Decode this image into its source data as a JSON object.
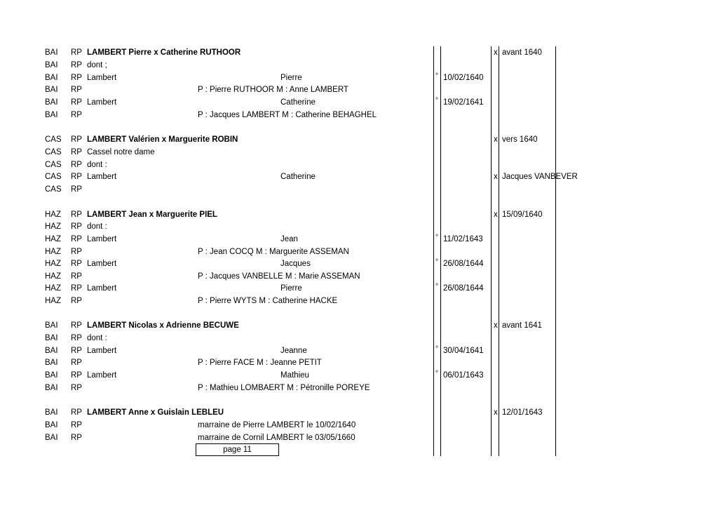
{
  "page_label": "page 11",
  "rows": [
    {
      "code": "BAI",
      "rp": "RP",
      "name": "LAMBERT Pierre x Catherine RUTHOOR",
      "bold": true,
      "first": "",
      "godparents": "",
      "bmark": "",
      "bdate": "",
      "mmark": "x",
      "mval": "avant 1640"
    },
    {
      "code": "BAI",
      "rp": "RP",
      "name": "dont ;",
      "bold": false,
      "first": "",
      "godparents": "",
      "bmark": "",
      "bdate": "",
      "mmark": "",
      "mval": ""
    },
    {
      "code": "BAI",
      "rp": "RP",
      "name": "Lambert",
      "bold": false,
      "first": "Pierre",
      "godparents": "",
      "bmark": "°",
      "bdate": "10/02/1640",
      "mmark": "",
      "mval": ""
    },
    {
      "code": "BAI",
      "rp": "RP",
      "name": "",
      "bold": false,
      "first": "",
      "godparents": "P : Pierre RUTHOOR M : Anne LAMBERT",
      "bmark": "",
      "bdate": "",
      "mmark": "",
      "mval": ""
    },
    {
      "code": "BAI",
      "rp": "RP",
      "name": "Lambert",
      "bold": false,
      "first": "Catherine",
      "godparents": "",
      "bmark": "°",
      "bdate": "19/02/1641",
      "mmark": "",
      "mval": ""
    },
    {
      "code": "BAI",
      "rp": "RP",
      "name": "",
      "bold": false,
      "first": "",
      "godparents": "P : Jacques LAMBERT M : Catherine BEHAGHEL",
      "bmark": "",
      "bdate": "",
      "mmark": "",
      "mval": ""
    },
    {
      "code": "CAS",
      "rp": "RP",
      "name": "LAMBERT Valérien x Marguerite ROBIN",
      "bold": true,
      "first": "",
      "godparents": "",
      "bmark": "",
      "bdate": "",
      "mmark": "x",
      "mval": "vers 1640"
    },
    {
      "code": "CAS",
      "rp": "RP",
      "name": "Cassel notre dame",
      "bold": false,
      "first": "",
      "godparents": "",
      "bmark": "",
      "bdate": "",
      "mmark": "",
      "mval": ""
    },
    {
      "code": "CAS",
      "rp": "RP",
      "name": "dont :",
      "bold": false,
      "first": "",
      "godparents": "",
      "bmark": "",
      "bdate": "",
      "mmark": "",
      "mval": ""
    },
    {
      "code": "CAS",
      "rp": "RP",
      "name": "Lambert",
      "bold": false,
      "first": "Catherine",
      "godparents": "",
      "bmark": "",
      "bdate": "",
      "mmark": "x",
      "mval": "Jacques VANBEVER"
    },
    {
      "code": "CAS",
      "rp": "RP",
      "name": "",
      "bold": false,
      "first": "",
      "godparents": "",
      "bmark": "",
      "bdate": "",
      "mmark": "",
      "mval": ""
    },
    {
      "code": "HAZ",
      "rp": "RP",
      "name": "LAMBERT Jean x Marguerite PIEL",
      "bold": true,
      "first": "",
      "godparents": "",
      "bmark": "",
      "bdate": "",
      "mmark": "x",
      "mval": "15/09/1640"
    },
    {
      "code": "HAZ",
      "rp": "RP",
      "name": "dont :",
      "bold": false,
      "first": "",
      "godparents": "",
      "bmark": "",
      "bdate": "",
      "mmark": "",
      "mval": ""
    },
    {
      "code": "HAZ",
      "rp": "RP",
      "name": "Lambert",
      "bold": false,
      "first": "Jean",
      "godparents": "",
      "bmark": "°",
      "bdate": "11/02/1643",
      "mmark": "",
      "mval": ""
    },
    {
      "code": "HAZ",
      "rp": "RP",
      "name": "",
      "bold": false,
      "first": "",
      "godparents": "P : Jean COCQ M : Marguerite ASSEMAN",
      "bmark": "",
      "bdate": "",
      "mmark": "",
      "mval": ""
    },
    {
      "code": "HAZ",
      "rp": "RP",
      "name": "Lambert",
      "bold": false,
      "first": "Jacques",
      "godparents": "",
      "bmark": "°",
      "bdate": "26/08/1644",
      "mmark": "",
      "mval": ""
    },
    {
      "code": "HAZ",
      "rp": "RP",
      "name": "",
      "bold": false,
      "first": "",
      "godparents": "P : Jacques VANBELLE M : Marie ASSEMAN",
      "bmark": "",
      "bdate": "",
      "mmark": "",
      "mval": ""
    },
    {
      "code": "HAZ",
      "rp": "RP",
      "name": "Lambert",
      "bold": false,
      "first": "Pierre",
      "godparents": "",
      "bmark": "°",
      "bdate": "26/08/1644",
      "mmark": "",
      "mval": ""
    },
    {
      "code": "HAZ",
      "rp": "RP",
      "name": "",
      "bold": false,
      "first": "",
      "godparents": "P : Pierre WYTS M : Catherine HACKE",
      "bmark": "",
      "bdate": "",
      "mmark": "",
      "mval": ""
    },
    {
      "code": "BAI",
      "rp": "RP",
      "name": "LAMBERT Nicolas x Adrienne BECUWE",
      "bold": true,
      "first": "",
      "godparents": "",
      "bmark": "",
      "bdate": "",
      "mmark": "x",
      "mval": "avant 1641"
    },
    {
      "code": "BAI",
      "rp": "RP",
      "name": "dont :",
      "bold": false,
      "first": "",
      "godparents": "",
      "bmark": "",
      "bdate": "",
      "mmark": "",
      "mval": ""
    },
    {
      "code": "BAI",
      "rp": "RP",
      "name": "Lambert",
      "bold": false,
      "first": "Jeanne",
      "godparents": "",
      "bmark": "°",
      "bdate": "30/04/1641",
      "mmark": "",
      "mval": ""
    },
    {
      "code": "BAI",
      "rp": "RP",
      "name": "",
      "bold": false,
      "first": "",
      "godparents": "P : Pierre FACE M : Jeanne PETIT",
      "bmark": "",
      "bdate": "",
      "mmark": "",
      "mval": ""
    },
    {
      "code": "BAI",
      "rp": "RP",
      "name": "Lambert",
      "bold": false,
      "first": "Mathieu",
      "godparents": "",
      "bmark": "°",
      "bdate": "06/01/1643",
      "mmark": "",
      "mval": ""
    },
    {
      "code": "BAI",
      "rp": "RP",
      "name": "",
      "bold": false,
      "first": "",
      "godparents": "P : Mathieu LOMBAERT M : Pétronille POREYE",
      "bmark": "",
      "bdate": "",
      "mmark": "",
      "mval": ""
    },
    {
      "code": "BAI",
      "rp": "RP",
      "name": "LAMBERT Anne x Guislain LEBLEU",
      "bold": true,
      "first": "",
      "godparents": "",
      "bmark": "",
      "bdate": "",
      "mmark": "x",
      "mval": "12/01/1643"
    },
    {
      "code": "BAI",
      "rp": "RP",
      "name": "",
      "bold": false,
      "first": "",
      "godparents": "marraine de Pierre LAMBERT le 10/02/1640",
      "bmark": "",
      "bdate": "",
      "mmark": "",
      "mval": ""
    },
    {
      "code": "BAI",
      "rp": "RP",
      "name": "",
      "bold": false,
      "first": "",
      "godparents": "marraine de Cornil LAMBERT le 03/05/1660",
      "bmark": "",
      "bdate": "",
      "mmark": "",
      "mval": ""
    }
  ]
}
